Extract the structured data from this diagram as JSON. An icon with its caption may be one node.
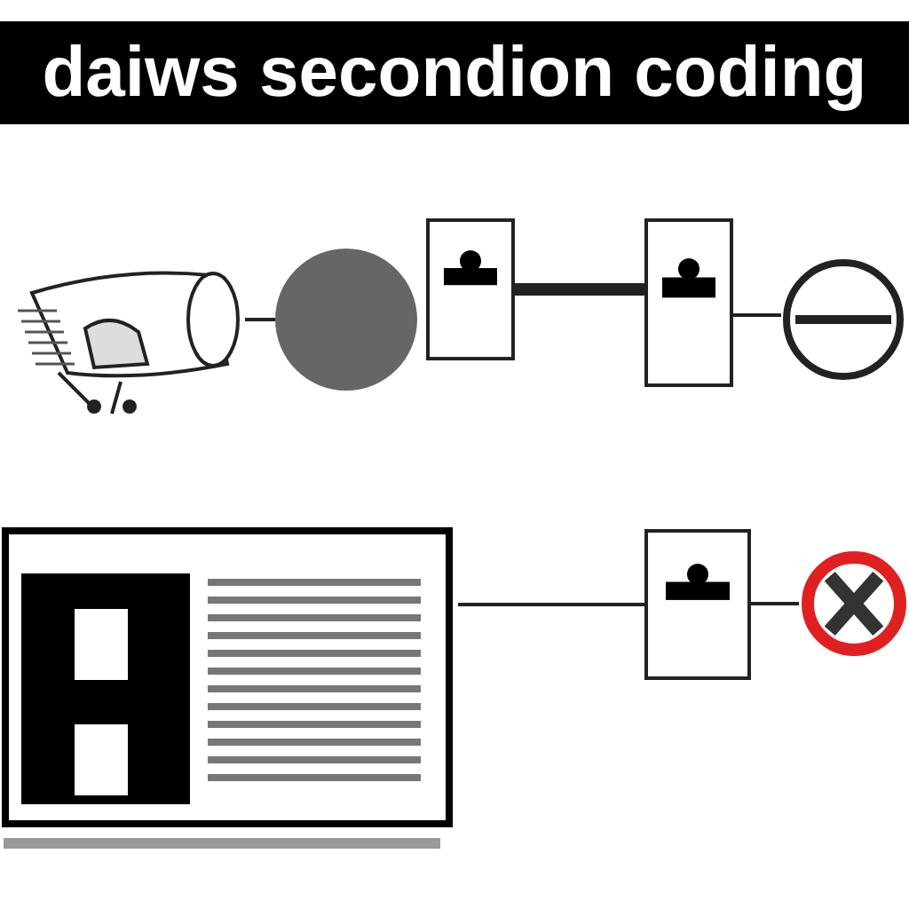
{
  "diagram": {
    "title": "daiws secondion coding",
    "nodes": [
      {
        "text": [],
        "shape": "picture"
      },
      {
        "text": [],
        "shape": "circle"
      },
      {
        "text": [],
        "shape": "box"
      },
      {
        "text": [],
        "shape": "box"
      },
      {
        "text": [],
        "shape": "circle"
      },
      {
        "text": [],
        "shape": "picture"
      },
      {
        "text": [],
        "shape": "box"
      },
      {
        "text": [],
        "shape": "circle"
      }
    ],
    "edges": [
      {
        "from": 0,
        "to": 1,
        "arrow": "none"
      },
      {
        "from": 2,
        "to": 3,
        "arrow": "none",
        "style": "thick"
      },
      {
        "from": 3,
        "to": 4,
        "arrow": "none"
      },
      {
        "from": 5,
        "to": 6,
        "arrow": "none"
      },
      {
        "from": 6,
        "to": 7,
        "arrow": "none"
      }
    ]
  }
}
